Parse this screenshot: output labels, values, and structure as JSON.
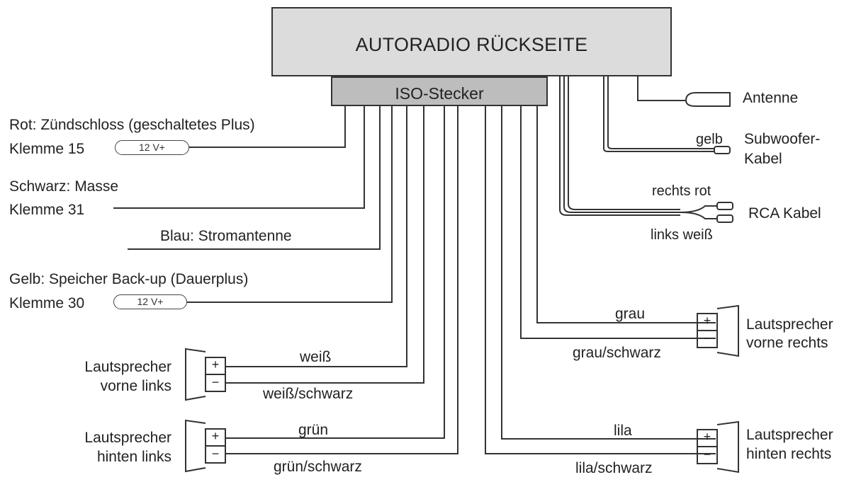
{
  "radio": {
    "title": "AUTORADIO RÜCKSEITE"
  },
  "connector": {
    "title": "ISO-Stecker"
  },
  "left_wires": {
    "red_label": "Rot: Zündschloss (geschaltetes Plus)",
    "red_terminal": "Klemme 15",
    "red_voltage": "12 V+",
    "black_label": "Schwarz: Masse",
    "black_terminal": "Klemme 31",
    "blue_label": "Blau: Stromantenne",
    "yellow_label": "Gelb: Speicher Back-up (Dauerplus)",
    "yellow_terminal": "Klemme 30",
    "yellow_voltage": "12 V+"
  },
  "right_outputs": {
    "antenna": "Antenne",
    "sub_color": "gelb",
    "sub_label_1": "Subwoofer-",
    "sub_label_2": "Kabel",
    "rca_right": "rechts rot",
    "rca_label": "RCA Kabel",
    "rca_left": "links weiß"
  },
  "speakers": {
    "front_left": {
      "line1": "Lautsprecher",
      "line2": "vorne links",
      "plus": "weiß",
      "minus": "weiß/schwarz"
    },
    "rear_left": {
      "line1": "Lautsprecher",
      "line2": "hinten links",
      "plus": "grün",
      "minus": "grün/schwarz"
    },
    "front_right": {
      "line1": "Lautsprecher",
      "line2": "vorne rechts",
      "plus": "grau",
      "minus": "grau/schwarz"
    },
    "rear_right": {
      "line1": "Lautsprecher",
      "line2": "hinten rechts",
      "plus": "lila",
      "minus": "lila/schwarz"
    },
    "plus_sign": "+",
    "minus_sign": "−"
  }
}
